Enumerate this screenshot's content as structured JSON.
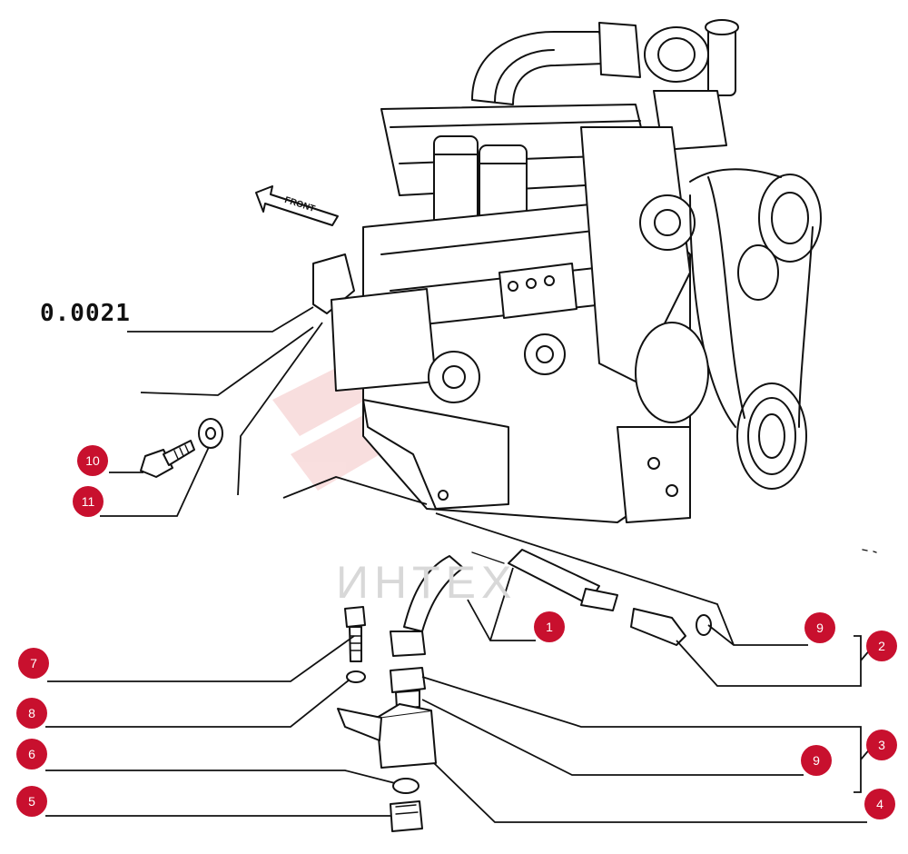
{
  "drawing": {
    "number": "0.0021",
    "front_label": "FRONT",
    "watermark_text": "ИНТЕХ"
  },
  "colors": {
    "badge": "#c8102e",
    "ink": "#111111",
    "watermark": "#f2b8b8"
  },
  "callouts": [
    {
      "id": "callout-10",
      "label": "10"
    },
    {
      "id": "callout-11",
      "label": "11"
    },
    {
      "id": "callout-7",
      "label": "7"
    },
    {
      "id": "callout-8",
      "label": "8"
    },
    {
      "id": "callout-6",
      "label": "6"
    },
    {
      "id": "callout-5",
      "label": "5"
    },
    {
      "id": "callout-1",
      "label": "1"
    },
    {
      "id": "callout-9a",
      "label": "9"
    },
    {
      "id": "callout-2",
      "label": "2"
    },
    {
      "id": "callout-3",
      "label": "3"
    },
    {
      "id": "callout-9b",
      "label": "9"
    },
    {
      "id": "callout-4",
      "label": "4"
    }
  ]
}
